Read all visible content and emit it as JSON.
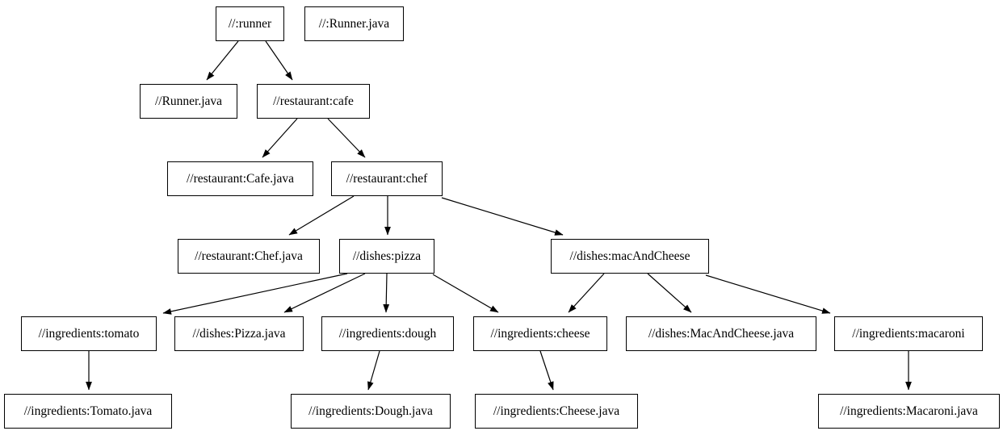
{
  "diagram": {
    "kind": "build-dependency-graph",
    "background_color": "#ffffff",
    "node_fill_color": "#ffffff",
    "node_border_color": "#000000",
    "edge_color": "#000000",
    "text_color": "#000000"
  },
  "nodes": {
    "runner": {
      "label": "//:runner"
    },
    "runner_file_root": {
      "label": "//:Runner.java"
    },
    "runner_file": {
      "label": "//Runner.java"
    },
    "cafe": {
      "label": "//restaurant:cafe"
    },
    "cafe_file": {
      "label": "//restaurant:Cafe.java"
    },
    "chef": {
      "label": "//restaurant:chef"
    },
    "chef_file": {
      "label": "//restaurant:Chef.java"
    },
    "pizza": {
      "label": "//dishes:pizza"
    },
    "mac_and_cheese": {
      "label": "//dishes:macAndCheese"
    },
    "tomato": {
      "label": "//ingredients:tomato"
    },
    "pizza_file": {
      "label": "//dishes:Pizza.java"
    },
    "dough": {
      "label": "//ingredients:dough"
    },
    "cheese": {
      "label": "//ingredients:cheese"
    },
    "mac_file": {
      "label": "//dishes:MacAndCheese.java"
    },
    "macaroni": {
      "label": "//ingredients:macaroni"
    },
    "tomato_file": {
      "label": "//ingredients:Tomato.java"
    },
    "dough_file": {
      "label": "//ingredients:Dough.java"
    },
    "cheese_file": {
      "label": "//ingredients:Cheese.java"
    },
    "macaroni_file": {
      "label": "//ingredients:Macaroni.java"
    }
  },
  "edges": [
    {
      "from": "runner",
      "to": "runner_file"
    },
    {
      "from": "runner",
      "to": "cafe"
    },
    {
      "from": "cafe",
      "to": "cafe_file"
    },
    {
      "from": "cafe",
      "to": "chef"
    },
    {
      "from": "chef",
      "to": "chef_file"
    },
    {
      "from": "chef",
      "to": "pizza"
    },
    {
      "from": "chef",
      "to": "mac_and_cheese"
    },
    {
      "from": "pizza",
      "to": "tomato"
    },
    {
      "from": "pizza",
      "to": "pizza_file"
    },
    {
      "from": "pizza",
      "to": "dough"
    },
    {
      "from": "pizza",
      "to": "cheese"
    },
    {
      "from": "mac_and_cheese",
      "to": "cheese"
    },
    {
      "from": "mac_and_cheese",
      "to": "mac_file"
    },
    {
      "from": "mac_and_cheese",
      "to": "macaroni"
    },
    {
      "from": "tomato",
      "to": "tomato_file"
    },
    {
      "from": "dough",
      "to": "dough_file"
    },
    {
      "from": "cheese",
      "to": "cheese_file"
    },
    {
      "from": "macaroni",
      "to": "macaroni_file"
    }
  ]
}
